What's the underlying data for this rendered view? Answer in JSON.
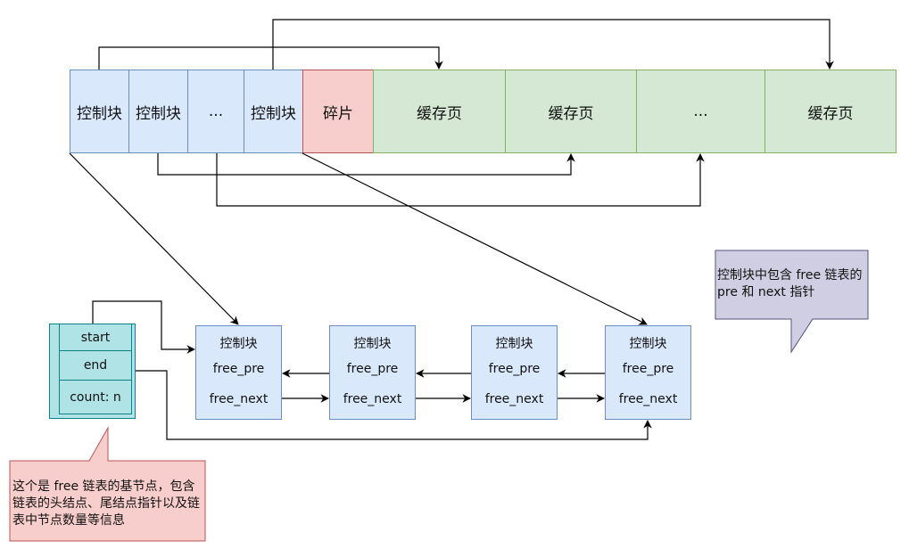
{
  "memory_layout": {
    "control_blocks": [
      {
        "label": "控制块"
      },
      {
        "label": "控制块"
      },
      {
        "label": "..."
      },
      {
        "label": "控制块"
      }
    ],
    "fragment": {
      "label": "碎片"
    },
    "cache_pages": [
      {
        "label": "缓存页"
      },
      {
        "label": "缓存页"
      },
      {
        "label": "..."
      },
      {
        "label": "缓存页"
      }
    ]
  },
  "free_list": {
    "base_node": {
      "start_label": "start",
      "end_label": "end",
      "count_label": "count: n"
    },
    "nodes": [
      {
        "title": "控制块",
        "pre": "free_pre",
        "next": "free_next"
      },
      {
        "title": "控制块",
        "pre": "free_pre",
        "next": "free_next"
      },
      {
        "title": "控制块",
        "pre": "free_pre",
        "next": "free_next"
      },
      {
        "title": "控制块",
        "pre": "free_pre",
        "next": "free_next"
      }
    ]
  },
  "callouts": {
    "base_node_note": "这个是 free 链表的基节点，包含链表的头结点、尾结点指针以及链表中节点数量等信息",
    "control_block_note": "控制块中包含 free 链表的 pre 和 next 指针"
  },
  "colors": {
    "control_block_fill": "#dae8fc",
    "control_block_stroke": "#6c8ebf",
    "fragment_fill": "#f8cecc",
    "fragment_stroke": "#b85450",
    "cache_page_fill": "#d5e8d4",
    "cache_page_stroke": "#82b366",
    "base_node_fill": "#b0e3e6",
    "base_node_stroke": "#0e8088",
    "note_red_fill": "#f8cecc",
    "note_purple_fill": "#d0cee2"
  }
}
